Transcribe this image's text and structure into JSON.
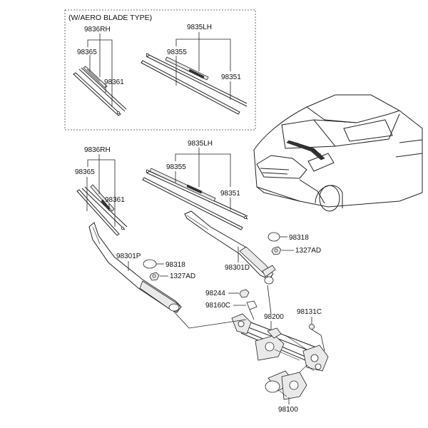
{
  "inset_header": "(W/AERO BLADE TYPE)",
  "labels": {
    "inset_rh": "9836RH",
    "inset_rh_a": "98365",
    "inset_rh_b": "98361",
    "inset_lh": "9835LH",
    "inset_lh_a": "98355",
    "inset_lh_b": "98351",
    "rh": "9836RH",
    "rh_a": "98365",
    "rh_b": "98361",
    "lh": "9835LH",
    "lh_a": "98355",
    "lh_b": "98351",
    "cap_right": "98318",
    "nut_right": "1327AD",
    "arm_right": "98301D",
    "arm_left": "98301P",
    "cap_left": "98318",
    "nut_left": "1327AD",
    "pivot_nut": "98244",
    "pivot_cap": "98160C",
    "linkage": "98200",
    "bolt": "98131C",
    "motor": "98100"
  }
}
